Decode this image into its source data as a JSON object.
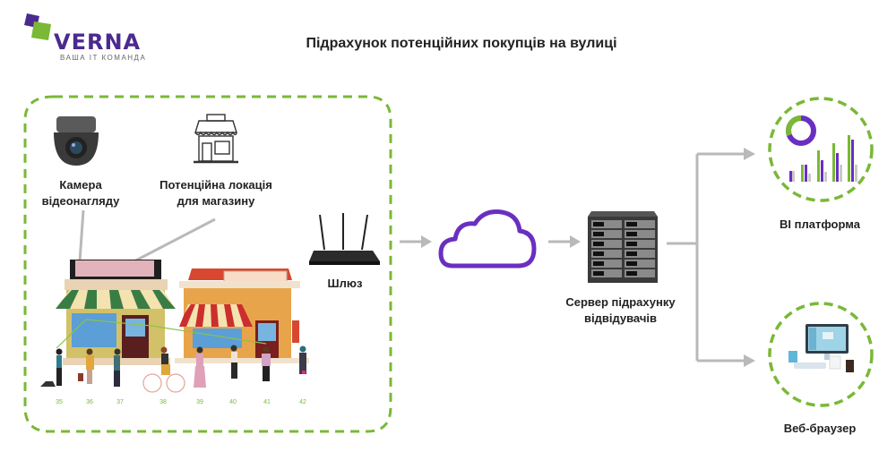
{
  "logo": {
    "name": "VERNA",
    "tagline": "ВАША IT КОМАНДА",
    "colors": {
      "purple": "#4b2a8f",
      "green": "#7ab836"
    }
  },
  "title": "Підрахунок потенційних покупців на вулиці",
  "nodes": {
    "camera": {
      "label_line1": "Камера",
      "label_line2": "відеонагляду",
      "icon": "cctv-camera-icon"
    },
    "store": {
      "label_line1": "Потенційна локація",
      "label_line2": "для магазину",
      "icon": "storefront-icon"
    },
    "gateway": {
      "label": "Шлюз",
      "icon": "router-icon"
    },
    "cloud": {
      "icon": "cloud-icon"
    },
    "server": {
      "label_line1": "Сервер підрахунку",
      "label_line2": "відвідувачів",
      "icon": "server-rack-icon"
    },
    "bi": {
      "label": "BI платформа",
      "icon": "dashboard-chart-icon"
    },
    "browser": {
      "label": "Веб-браузер",
      "icon": "desktop-computer-icon"
    }
  },
  "street": {
    "person_counts": [
      "35",
      "36",
      "37",
      "38",
      "39",
      "40",
      "41",
      "42"
    ]
  },
  "colors": {
    "dashed_border": "#7ab836",
    "arrow": "#b9b9b9",
    "cloud_stroke": "#6a2fc0"
  }
}
